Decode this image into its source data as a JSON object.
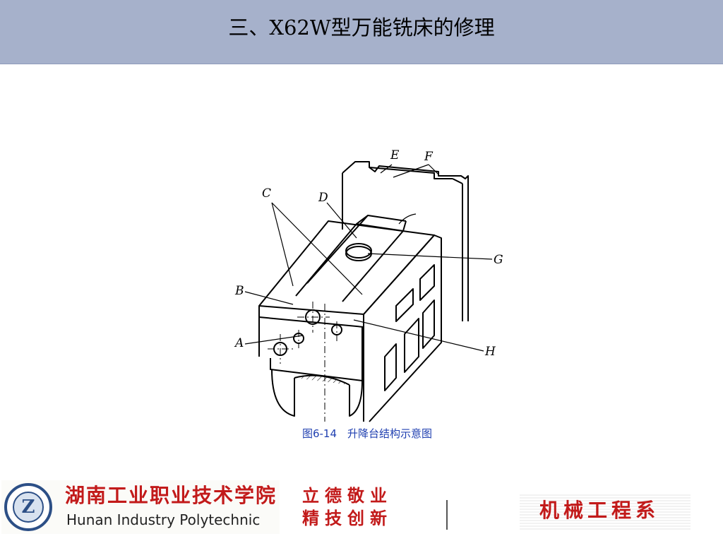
{
  "header": {
    "title": "三、X62W型万能铣床的修理"
  },
  "figure": {
    "labels": {
      "A": "A",
      "B": "B",
      "C": "C",
      "D": "D",
      "E": "E",
      "F": "F",
      "G": "G",
      "H": "H"
    },
    "caption": "图6-14　升降台结构示意图"
  },
  "footer": {
    "school_cn": "湖南工业职业技术学院",
    "school_en": "Hunan Industry Polytechnic",
    "motto_line1": "立德敬业",
    "motto_line2": "精技创新",
    "department": "机械工程系"
  },
  "colors": {
    "header_bg": "#a6b1cb",
    "caption": "#1f3fb0",
    "brand_red": "#c21a1a",
    "seal_blue": "#2c4f86"
  }
}
